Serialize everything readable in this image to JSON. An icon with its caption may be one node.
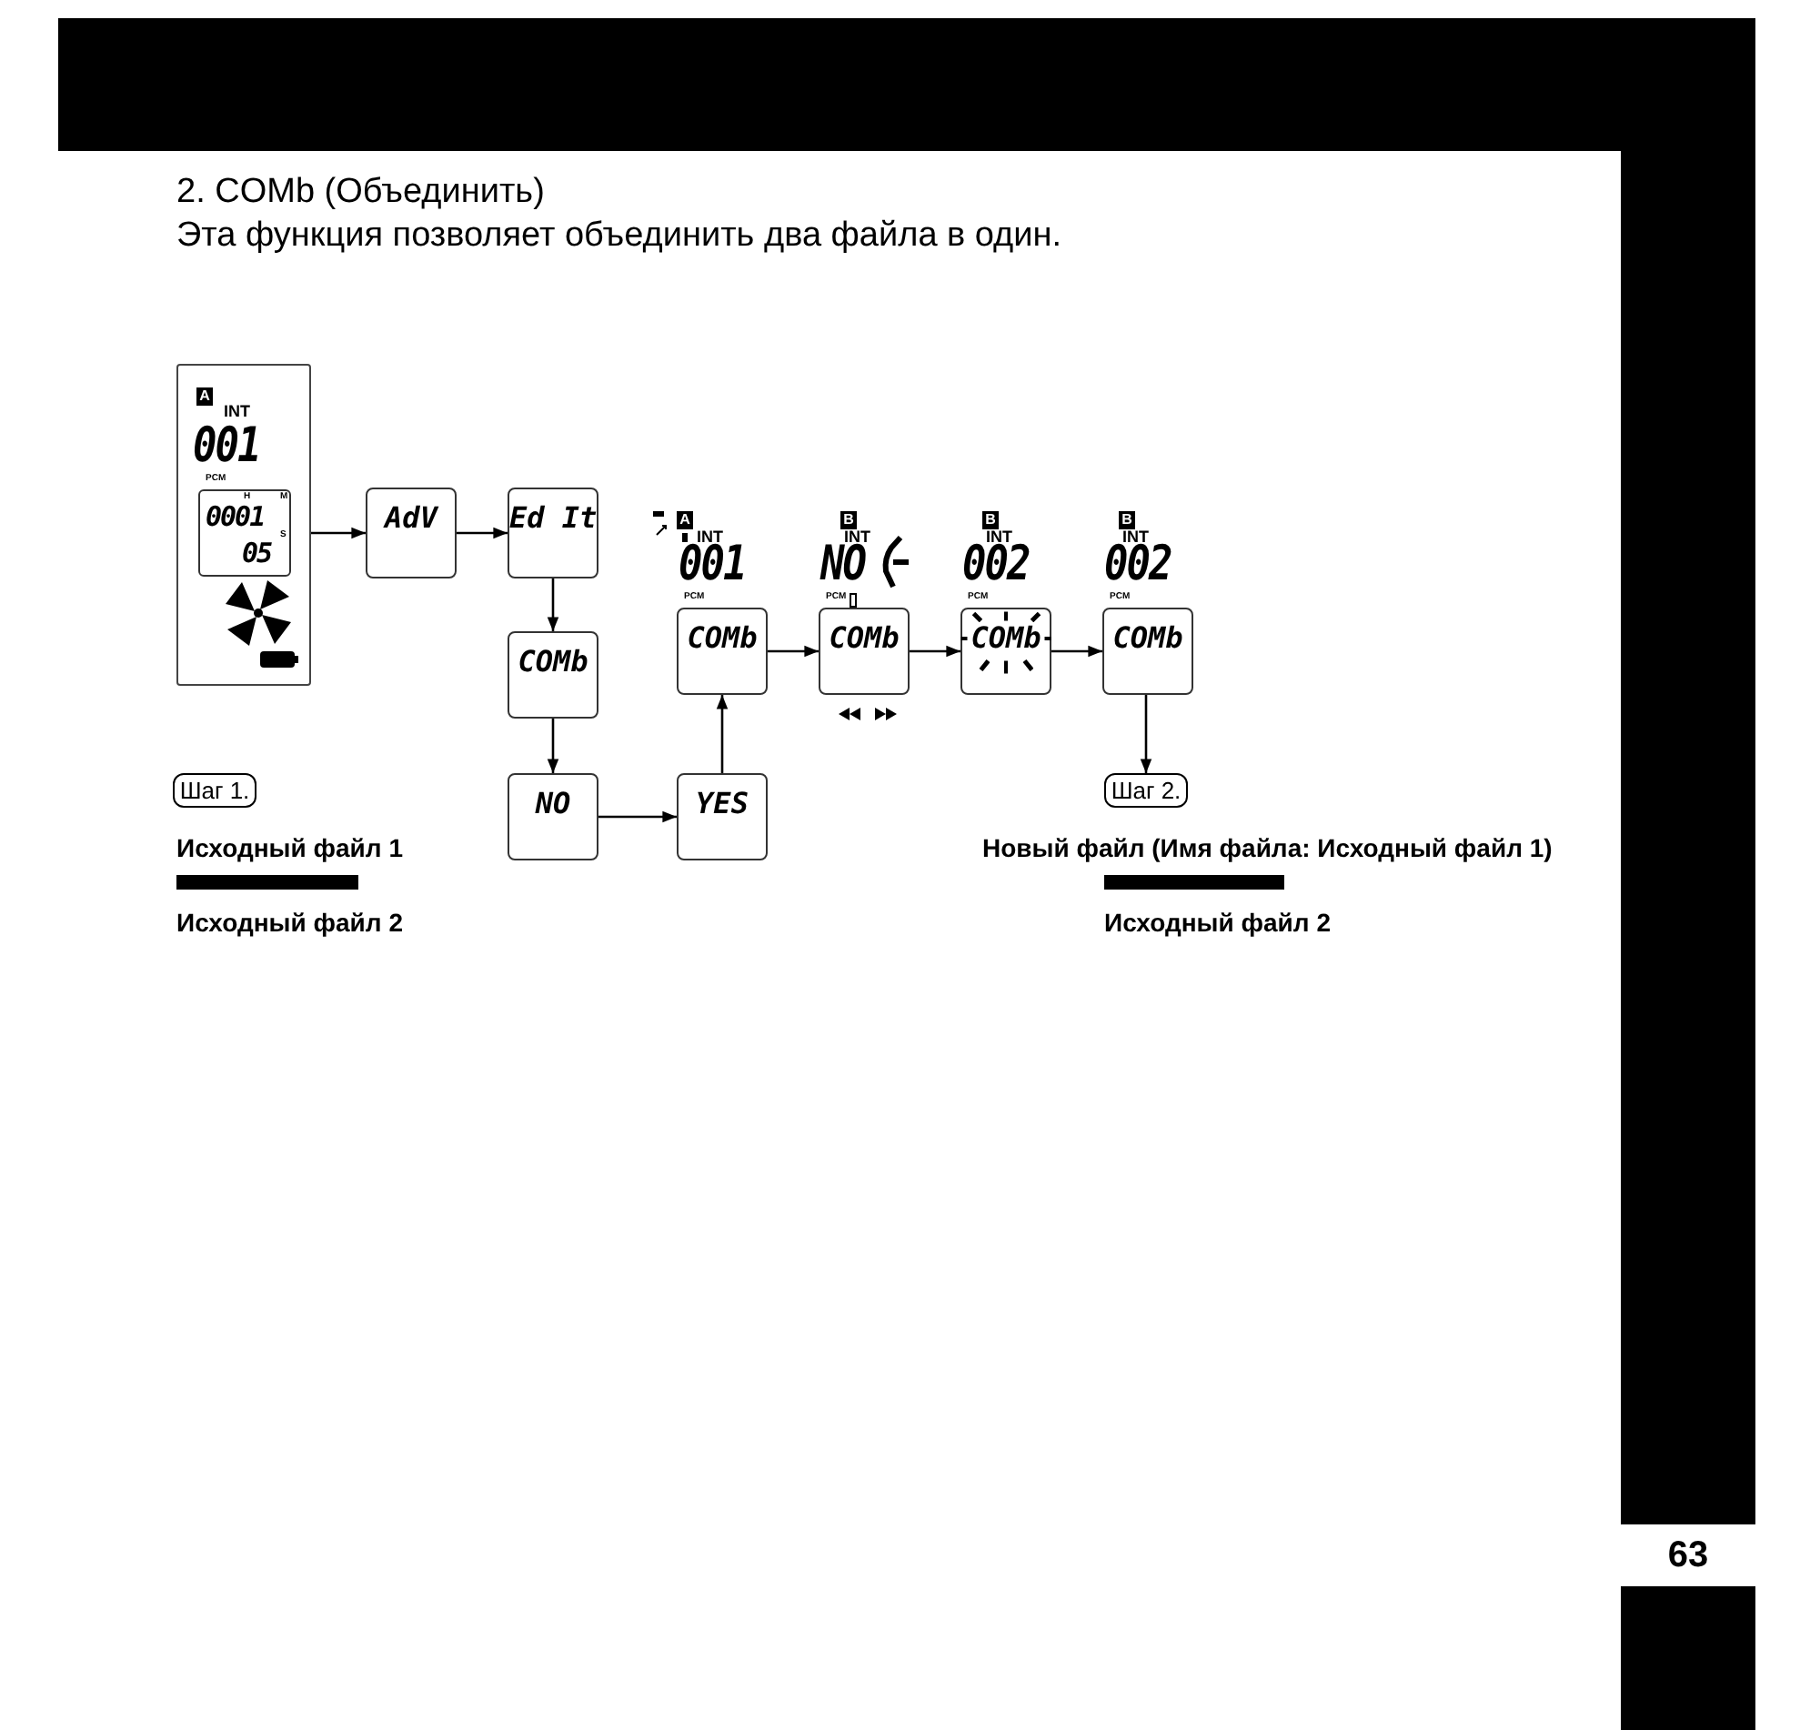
{
  "diagram": {
    "title": "2. COMb (Объединить)",
    "nodes": [
      {
        "text": [
          "A",
          "INT",
          "001",
          "PCM"
        ]
      },
      {
        "text": [
          "H",
          "M",
          "0001",
          "S",
          "05"
        ],
        "in": 0
      },
      {
        "text": [
          "AdV"
        ]
      },
      {
        "text": [
          "Ed It"
        ]
      },
      {
        "text": [
          "COMb"
        ]
      },
      {
        "text": [
          "NO"
        ]
      },
      {
        "text": [
          "YES"
        ]
      },
      {
        "text": [
          "A",
          "INT",
          "001",
          "PCM",
          "COMb"
        ]
      },
      {
        "text": [
          "B",
          "INT",
          "NO",
          "PCM",
          "COMb"
        ]
      },
      {
        "text": [
          "B",
          "INT",
          "002",
          "PCM",
          "COMb"
        ]
      },
      {
        "text": [
          "B",
          "INT",
          "002",
          "PCM",
          "COMb"
        ]
      },
      {
        "text": [
          "Шаг 1."
        ]
      },
      {
        "text": [
          "Шаг 2."
        ]
      },
      {
        "text": [
          "63"
        ]
      }
    ],
    "edges": [
      {
        "from": 0,
        "to": 2,
        "arrow": "to"
      },
      {
        "from": 2,
        "to": 3,
        "arrow": "to"
      },
      {
        "from": 3,
        "to": 4,
        "arrow": "to"
      },
      {
        "from": 4,
        "to": 5,
        "arrow": "to"
      },
      {
        "from": 5,
        "to": 6,
        "arrow": "to"
      },
      {
        "from": 6,
        "to": 7,
        "arrow": "to"
      },
      {
        "from": 7,
        "to": 8,
        "arrow": "to"
      },
      {
        "from": 8,
        "to": 9,
        "arrow": "to"
      },
      {
        "from": 9,
        "to": 10,
        "arrow": "to"
      },
      {
        "from": 10,
        "to": 12,
        "arrow": "to"
      }
    ],
    "labels": [
      "Эта функция позволяет объединить два файла в один.",
      "Исходный файл 1",
      "Новый файл (Имя файла: Исходный файл 1)",
      "Исходный файл 2",
      "Исходный файл 2"
    ]
  }
}
